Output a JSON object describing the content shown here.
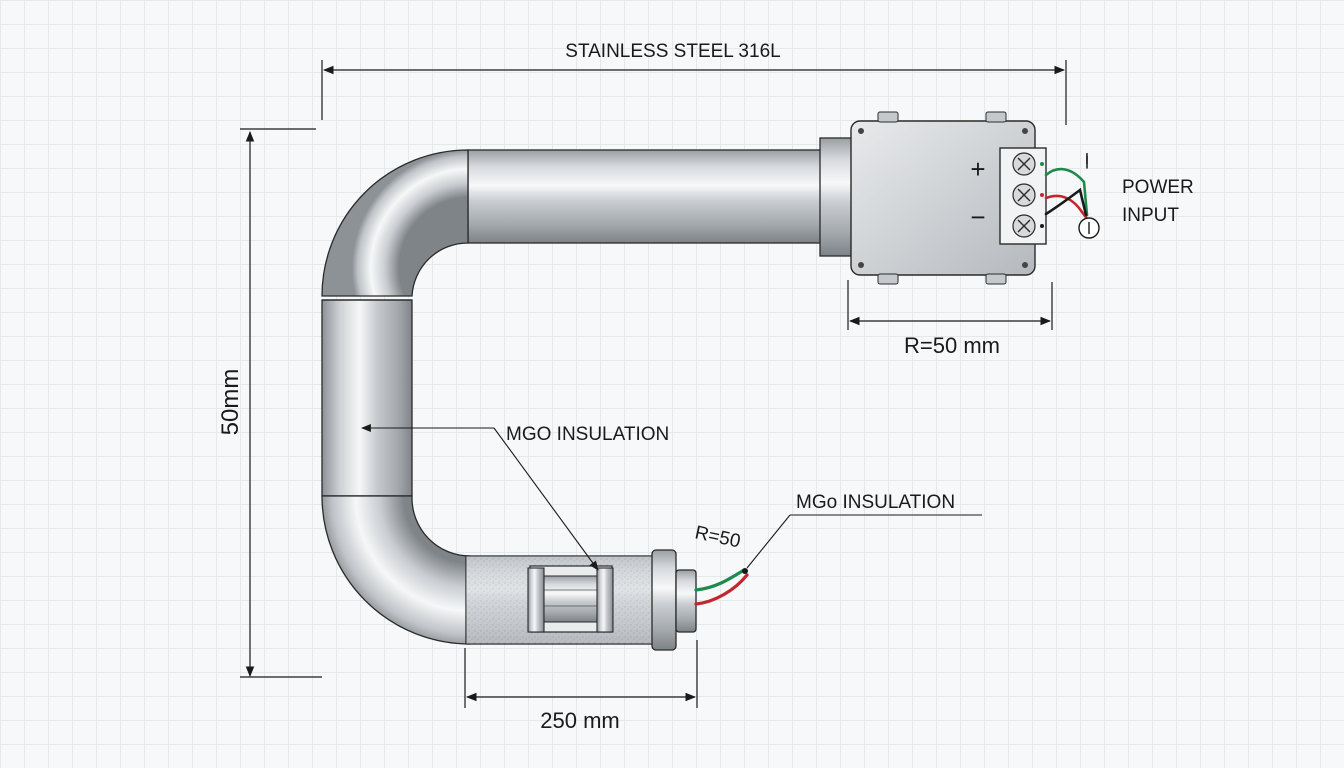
{
  "labels": {
    "top_dimension": "STAINLESS STEEL 316L",
    "left_dimension": "50mm",
    "power_input_line1": "POWER",
    "power_input_line2": "INPUT",
    "terminal_marker": "I",
    "radius_box": "R=50 mm",
    "mgo_insulation_center": "MGO INSULATION",
    "mgo_insulation_right": "MGo INSULATION",
    "radius_tip": "R=50",
    "bottom_dimension": "250 mm",
    "plus_sign": "+",
    "minus_sign": "−"
  },
  "colors": {
    "outline": "#2a2a2a",
    "wire_green": "#1f8a4c",
    "wire_red": "#c0282d",
    "wire_black": "#1a1a1a",
    "steel_light": "#f4f5f6",
    "steel_dark": "#8d9297"
  }
}
